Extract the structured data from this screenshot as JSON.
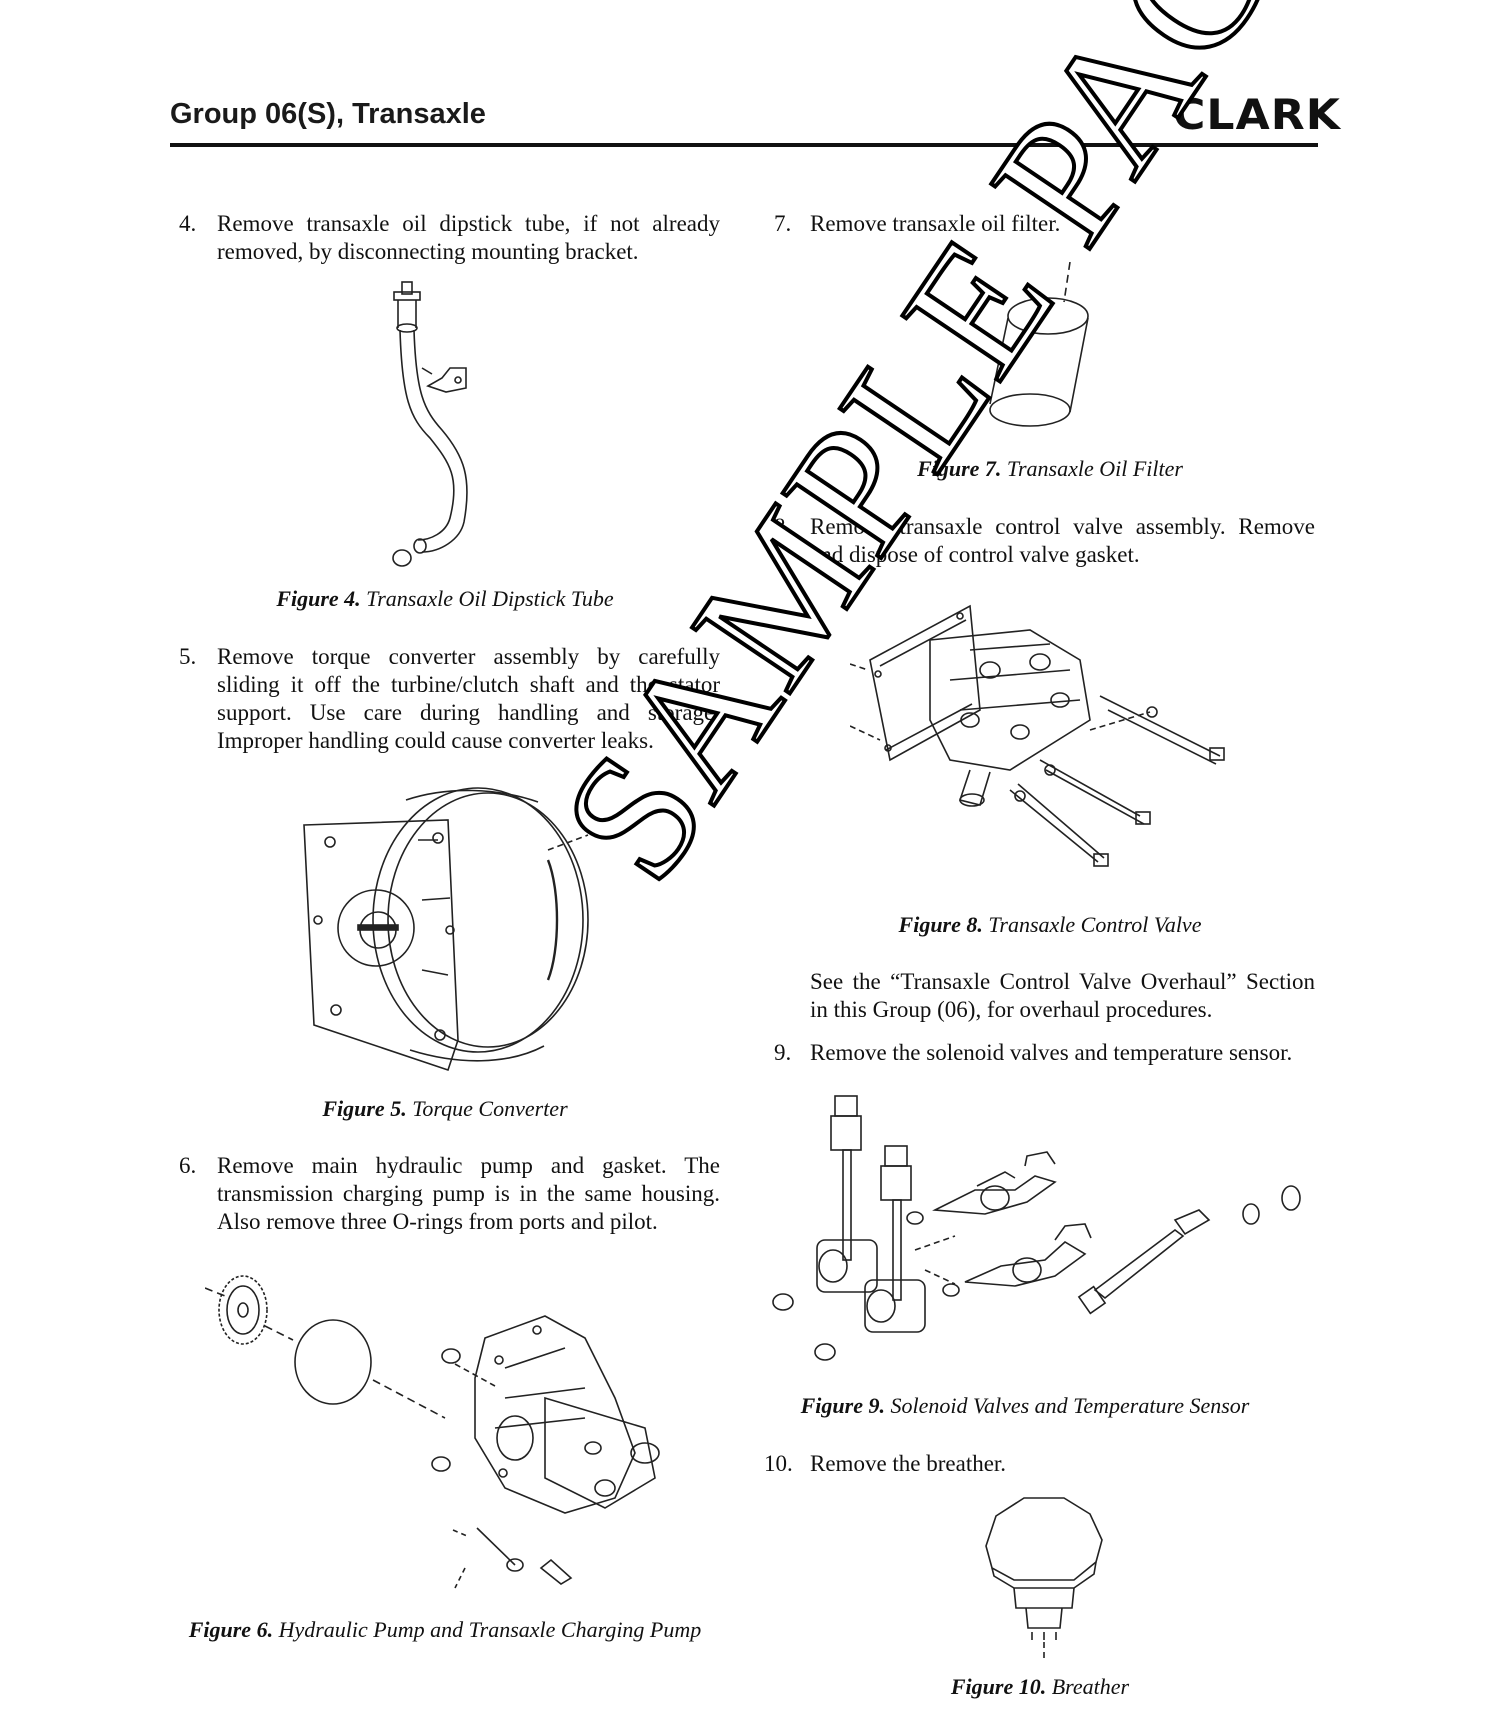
{
  "header": {
    "title": "Group 06(S), Transaxle",
    "logo": "CLARK"
  },
  "steps": {
    "s4": {
      "num": "4.",
      "text": "Remove transaxle oil dipstick tube, if not already removed, by disconnecting mounting bracket."
    },
    "s5": {
      "num": "5.",
      "text": "Remove torque converter assembly by carefully sliding it off the turbine/clutch shaft and the stator support. Use care during handling and storage. Improper handling could cause converter leaks."
    },
    "s6": {
      "num": "6.",
      "text": "Remove main hydraulic pump and gasket. The transmission charging pump is in the same housing. Also remove three O-rings from ports and pilot."
    },
    "s7": {
      "num": "7.",
      "text": "Remove transaxle oil filter."
    },
    "s8": {
      "num": "8.",
      "text": "Remove transaxle control valve assembly. Remove and dispose of control valve gasket."
    },
    "s8note": {
      "text": "See the “Transaxle Control Valve Overhaul” Section in this Group (06), for overhaul procedures."
    },
    "s9": {
      "num": "9.",
      "text": "Remove the solenoid valves and temperature sensor."
    },
    "s10": {
      "num": "10.",
      "text": "Remove the breather."
    }
  },
  "figures": {
    "f4": {
      "label": "Figure 4.",
      "title": "Transaxle Oil Dipstick Tube"
    },
    "f5": {
      "label": "Figure 5.",
      "title": "Torque Converter"
    },
    "f6": {
      "label": "Figure 6.",
      "title": "Hydraulic Pump and Transaxle Charging Pump"
    },
    "f7": {
      "label": "Figure 7.",
      "title": "Transaxle Oil Filter"
    },
    "f8": {
      "label": "Figure 8.",
      "title": "Transaxle Control Valve"
    },
    "f9": {
      "label": "Figure 9.",
      "title": "Solenoid Valves and Temperature Sensor"
    },
    "f10": {
      "label": "Figure 10.",
      "title": "Breather"
    }
  },
  "watermark": "SAMPLE PAGE"
}
